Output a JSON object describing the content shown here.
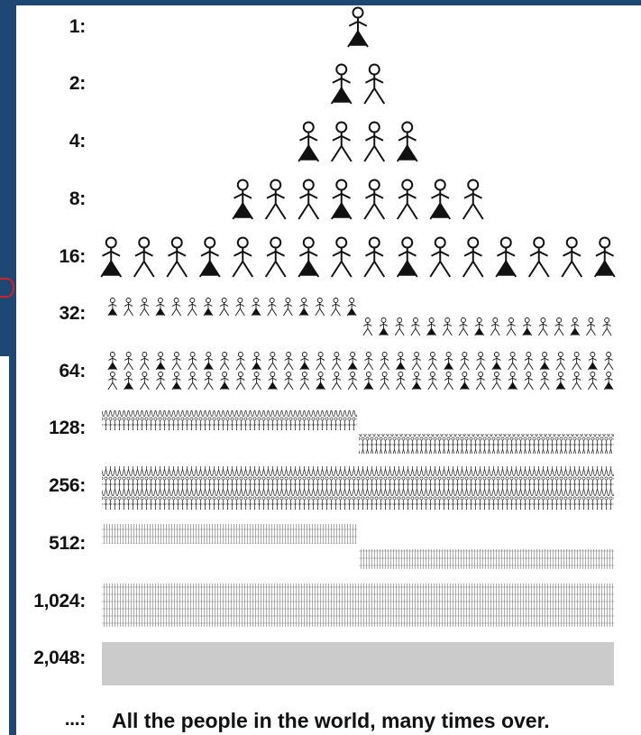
{
  "rows": [
    {
      "label": "1:",
      "count": 1
    },
    {
      "label": "2:",
      "count": 2
    },
    {
      "label": "4:",
      "count": 4
    },
    {
      "label": "8:",
      "count": 8
    },
    {
      "label": "16:",
      "count": 16
    },
    {
      "label": "32:",
      "count": 32
    },
    {
      "label": "64:",
      "count": 64
    },
    {
      "label": "128:",
      "count": 128
    },
    {
      "label": "256:",
      "count": 256
    },
    {
      "label": "512:",
      "count": 512
    },
    {
      "label": "1,024:",
      "count": 1024
    },
    {
      "label": "2,048:",
      "count": 2048
    }
  ],
  "footer_label": "...:",
  "footer_text": "All the people in the world, many times over.",
  "colors": {
    "frame": "#1f4773",
    "ink": "#111111",
    "annotation": "#d42020"
  }
}
